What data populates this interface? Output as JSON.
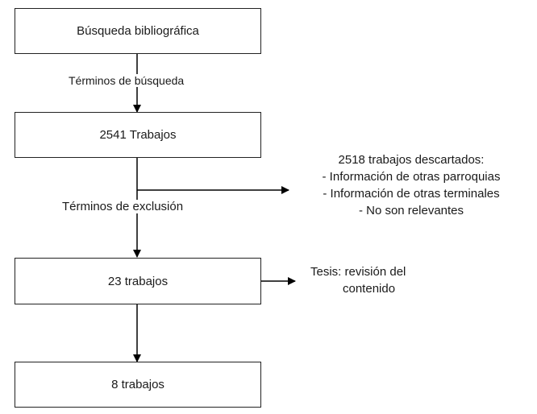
{
  "boxes": {
    "search": "Búsqueda bibliográfica",
    "works_2541": "2541 Trabajos",
    "works_23": "23 trabajos",
    "works_8": "8 trabajos"
  },
  "edge_labels": {
    "search_terms": "Términos de búsqueda",
    "exclusion_terms": "Términos de exclusión"
  },
  "discarded": {
    "title": "2518 trabajos descartados:",
    "items": [
      "- Información de otras parroquias",
      "- Información de otras terminales",
      "- No son relevantes"
    ]
  },
  "thesis": {
    "line1": "Tesis: revisión del",
    "line2": "contenido"
  }
}
